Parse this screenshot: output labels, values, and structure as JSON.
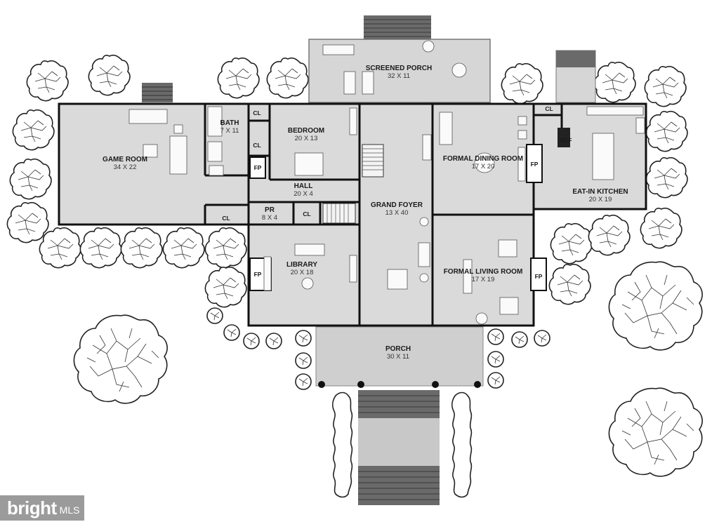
{
  "rooms": {
    "screened_porch": {
      "name": "SCREENED PORCH",
      "dim": "32 X 11"
    },
    "bath": {
      "name": "BATH",
      "dim": "7 X 11"
    },
    "bedroom": {
      "name": "BEDROOM",
      "dim": "20 X 13"
    },
    "game_room": {
      "name": "GAME ROOM",
      "dim": "34 X 22"
    },
    "hall": {
      "name": "HALL",
      "dim": "20 X 4"
    },
    "pr": {
      "name": "PR",
      "dim": "8 X 4"
    },
    "grand_foyer": {
      "name": "GRAND FOYER",
      "dim": "13 X 40"
    },
    "formal_dining": {
      "name": "FORMAL DINING ROOM",
      "dim": "17 X 20"
    },
    "eat_in_kitchen": {
      "name": "EAT-IN KITCHEN",
      "dim": "20 X 19"
    },
    "library": {
      "name": "LIBRARY",
      "dim": "20 X 18"
    },
    "formal_living": {
      "name": "FORMAL LIVING ROOM",
      "dim": "17 X 19"
    },
    "porch": {
      "name": "PORCH",
      "dim": "30 X 11"
    }
  },
  "tags": {
    "closet": "CL",
    "fireplace": "FP",
    "refrigerator": "REF"
  },
  "watermark": {
    "brand": "bright",
    "suffix": "MLS"
  },
  "colors": {
    "floor": "#d8d8d8",
    "porch_floor": "#cfcfcf",
    "wall": "#111111",
    "steps": "#6a6a6a"
  }
}
